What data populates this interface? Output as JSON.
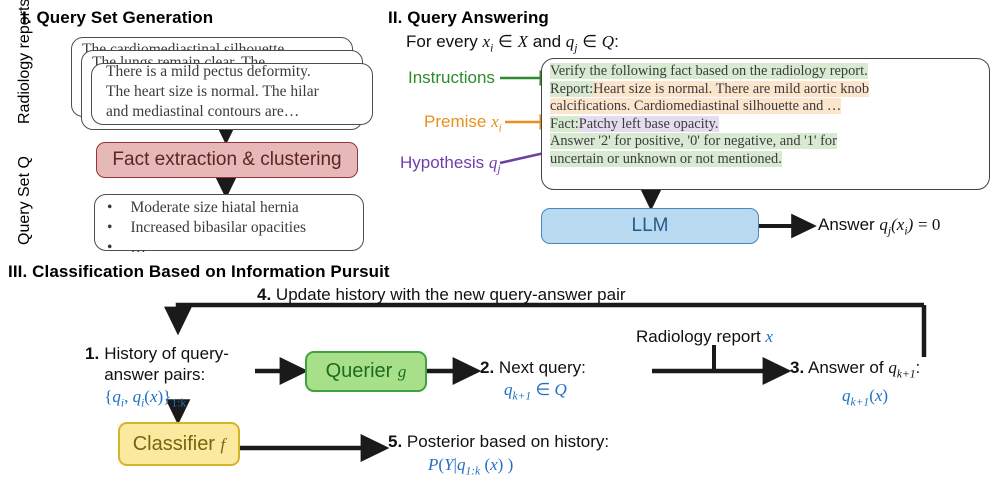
{
  "sections": {
    "one": {
      "title": "I. Query Set Generation"
    },
    "two": {
      "title": "II. Query Answering",
      "subtitle_pre": "For every ",
      "subtitle_mid": " and ",
      "subtitle_end": ":"
    },
    "three": {
      "title": "III. Classification Based on Information Pursuit"
    }
  },
  "colors": {
    "fact_box_fill": "#e6b9b8",
    "fact_box_border": "#943634",
    "fact_box_text": "#5c2523",
    "llm_fill": "#b8d9f0",
    "llm_border": "#4a86b8",
    "llm_text": "#1f5c8f",
    "querier_fill": "#a8e08a",
    "querier_border": "#3fa13f",
    "querier_text": "#1d6b22",
    "classifier_fill": "#fbe9a0",
    "classifier_border": "#d6b429",
    "classifier_text": "#7a6410",
    "hl_green": "#d9ead3",
    "hl_orange": "#fce5cd",
    "hl_purple": "#e6dcf0",
    "anno_green": "#2e8b2e",
    "anno_orange": "#e8901a",
    "anno_purple": "#6f3fa8",
    "math_blue": "#1f6fc4"
  },
  "panel1": {
    "side_label_reports": "Radiology reports X",
    "side_label_queryset": "Query Set Q",
    "report_cards": [
      {
        "line1": "The cardiomediastinal silhouette"
      },
      {
        "line1": "The lungs remain clear. The"
      },
      {
        "line1": "There is a mild pectus deformity.",
        "line2": "The heart size is normal. The hilar",
        "line3": "and mediastinal contours are…"
      }
    ],
    "fact_box_label": "Fact extraction & clustering",
    "query_set_items": [
      "Moderate size hiatal hernia",
      "Increased bibasilar opacities",
      "…"
    ],
    "bullet": "•"
  },
  "panel2": {
    "prompt_lines": [
      {
        "id": "instructions",
        "highlight": "green",
        "text": "Verify the following fact based on the radiology report."
      },
      {
        "id": "report-label",
        "highlight": "green",
        "text": "Report:"
      },
      {
        "id": "report-body1",
        "highlight": "orange",
        "text": "Heart size is normal. There are mild aortic knob"
      },
      {
        "id": "report-body2",
        "highlight": "orange",
        "text": "calcifications. Cardiomediastinal silhouette and …"
      },
      {
        "id": "fact-label",
        "highlight": "green",
        "text": "Fact:"
      },
      {
        "id": "fact-body",
        "highlight": "purple",
        "text": "Patchy left base opacity."
      },
      {
        "id": "answer1",
        "highlight": "green",
        "text": "Answer '2' for positive, '0' for negative, and '1' for"
      },
      {
        "id": "answer2",
        "highlight": "green",
        "text": "uncertain or unknown or not mentioned."
      }
    ],
    "annotations": [
      {
        "id": "instructions",
        "label": "Instructions",
        "color": "green"
      },
      {
        "id": "premise",
        "label": "Premise",
        "math": "x_i",
        "color": "orange"
      },
      {
        "id": "hypothesis",
        "label": "Hypothesis",
        "math": "q_j",
        "color": "purple"
      }
    ],
    "llm_label": "LLM",
    "answer_prefix": "Answer ",
    "answer_math": "q_j(x_i) = 0"
  },
  "panel3": {
    "step4": {
      "num": "4.",
      "text": "Update history with the new query-answer pair"
    },
    "step1": {
      "num": "1.",
      "line1": "History of query-",
      "line2": "answer pairs:",
      "math": "{q_i, q_i(x)}_{1:k}"
    },
    "querier_label": "Querier g",
    "step2": {
      "num": "2.",
      "text": "Next query:",
      "math": "q_{k+1} ∈ Q"
    },
    "report_input": {
      "text": "Radiology report ",
      "math": "x"
    },
    "step3": {
      "num": "3.",
      "text": "Answer of",
      "math_inline": "q_{k+1}",
      "colon": ":",
      "math": "q_{k+1}(x)"
    },
    "classifier_label": "Classifier f",
    "step5": {
      "num": "5.",
      "text": "Posterior based on history:",
      "math": "P(Y|q_{1:k}(x))"
    }
  }
}
